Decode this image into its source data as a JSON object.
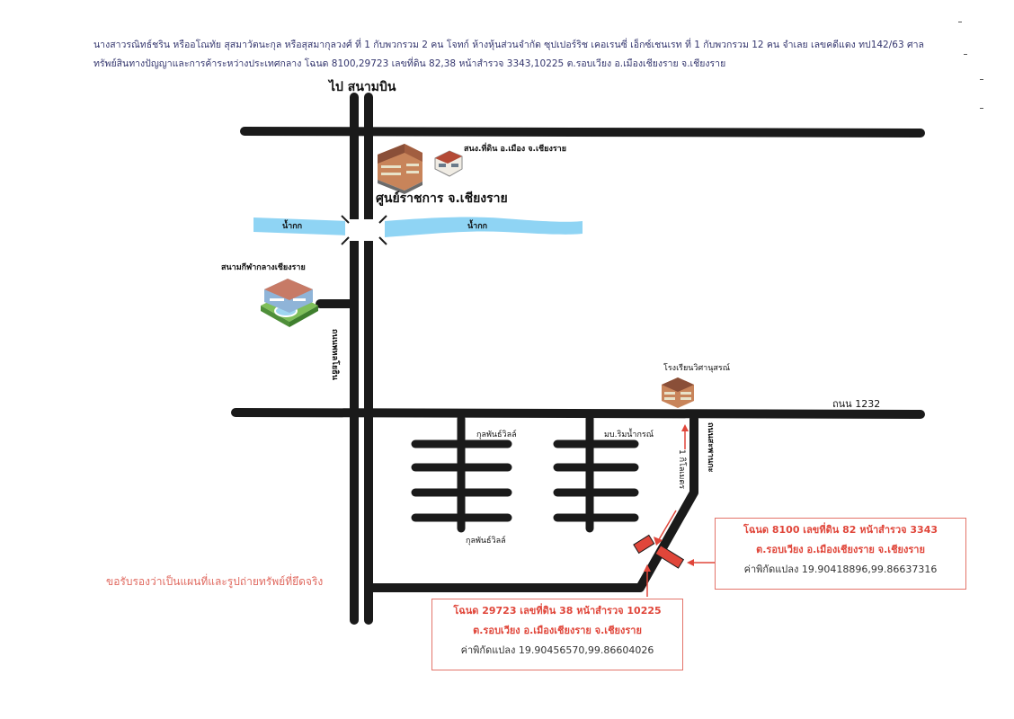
{
  "header": {
    "line1": "นางสาวรณิทธ์ชริน หรืออโณทัย สุสมาวัตนะกุล หรือสุสมากุลวงศ์ ที่ 1 กับพวกรวม 2 คน  โจทก์ ห้างหุ้นส่วนจำกัด ซุปเปอร์ริช เคอเรนซี่ เอ็กซ์เชนเรท ที่ 1 กับพวกรวม 12 คน  จำเลย  เลขคดีแดง ทป142/63  ศาล",
    "line2": "ทรัพย์สินทางปัญญาและการค้าระหว่างประเทศกลาง  โฉนด 8100,29723  เลขที่ดิน 82,38 หน้าสำรวจ 3343,10225  ต.รอบเวียง  อ.เมืองเชียงราย  จ.เชียงราย"
  },
  "map": {
    "to_airport": "ไป สนามบิน",
    "land_office": "สนง.ที่ดิน อ.เมือง จ.เชียงราย",
    "government_center": "ศูนย์ราชการ จ.เชียงราย",
    "river_left": "น้ำกก",
    "river_right": "น้ำกก",
    "stadium": "สนามกีฬากลางเชียงราย",
    "road_phahonyothin": "ถนนพหลโยธิน",
    "school": "โรงเรียนวิศานุสรณ์",
    "road_1232": "ถนน 1232",
    "village_1_top": "กุลพันธ์วิลล์",
    "village_1_bottom": "กุลพันธ์วิลล์",
    "village_2": "มบ.ริมน้ำกรณ์",
    "road_side": "ถนนสะพานกะ",
    "distance": "1 กิโลเมตร"
  },
  "certification": "ขอรับรองว่าเป็นแผนที่และรูปถ่ายทรัพย์ที่ยึดจริง",
  "deed_1": {
    "line1": "โฉนด 8100 เลขที่ดิน 82 หน้าสำรวจ 3343",
    "line2": "ต.รอบเวียง อ.เมืองเชียงราย จ.เชียงราย",
    "coords": "ค่าพิกัดแปลง 19.90418896,99.86637316"
  },
  "deed_2": {
    "line1": "โฉนด 29723 เลขที่ดิน 38 หน้าสำรวจ 10225",
    "line2": "ต.รอบเวียง อ.เมืองเชียงราย จ.เชียงราย",
    "coords": "ค่าพิกัดแปลง 19.90456570,99.86604026"
  },
  "colors": {
    "road": "#1a1a1a",
    "river": "#8fd4f4",
    "highlight": "#e0463a",
    "header_text": "#34366e"
  },
  "icons": [
    "government-building-icon",
    "land-office-icon",
    "stadium-icon",
    "school-icon"
  ]
}
